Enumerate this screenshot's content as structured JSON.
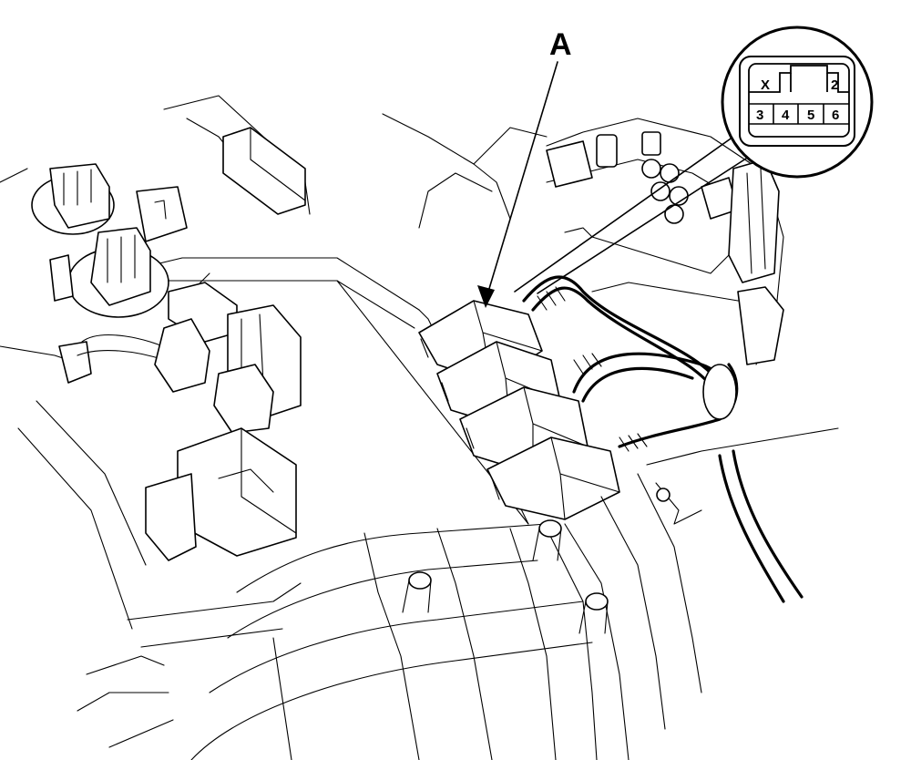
{
  "callout": {
    "label": "A"
  },
  "connector_inset": {
    "top_row": [
      "X",
      "2"
    ],
    "bottom_row": [
      "3",
      "4",
      "5",
      "6"
    ]
  }
}
